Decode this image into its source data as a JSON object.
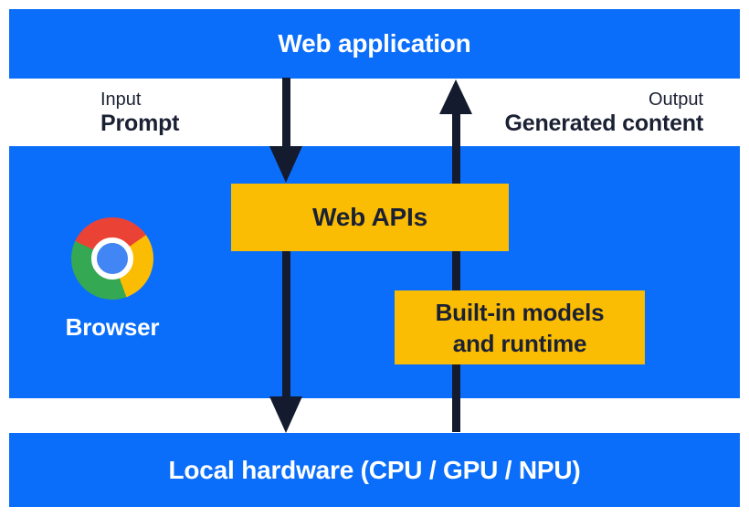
{
  "title_bar": {
    "label": "Web application"
  },
  "io": {
    "input_caption": "Input",
    "input_label": "Prompt",
    "output_caption": "Output",
    "output_label": "Generated content"
  },
  "browser": {
    "label": "Browser",
    "logo_icon": "chrome-logo"
  },
  "boxes": {
    "web_apis": "Web APIs",
    "builtin_line1": "Built-in models",
    "builtin_line2": "and runtime"
  },
  "hardware_bar": {
    "label": "Local hardware (CPU / GPU / NPU)"
  },
  "arrows": {
    "down_arrow": "prompt-flow-down",
    "up_arrow": "generated-content-flow-up"
  },
  "colors": {
    "panel_blue": "#0A6EFA",
    "accent_yellow": "#FBBC04",
    "arrow_dark": "#141B2E",
    "text_dark": "#1B2134",
    "text_light": "#FFFFFF",
    "chrome_red": "#EA4335",
    "chrome_yellow": "#FBBC04",
    "chrome_green": "#34A853",
    "chrome_blue": "#4285F4"
  }
}
